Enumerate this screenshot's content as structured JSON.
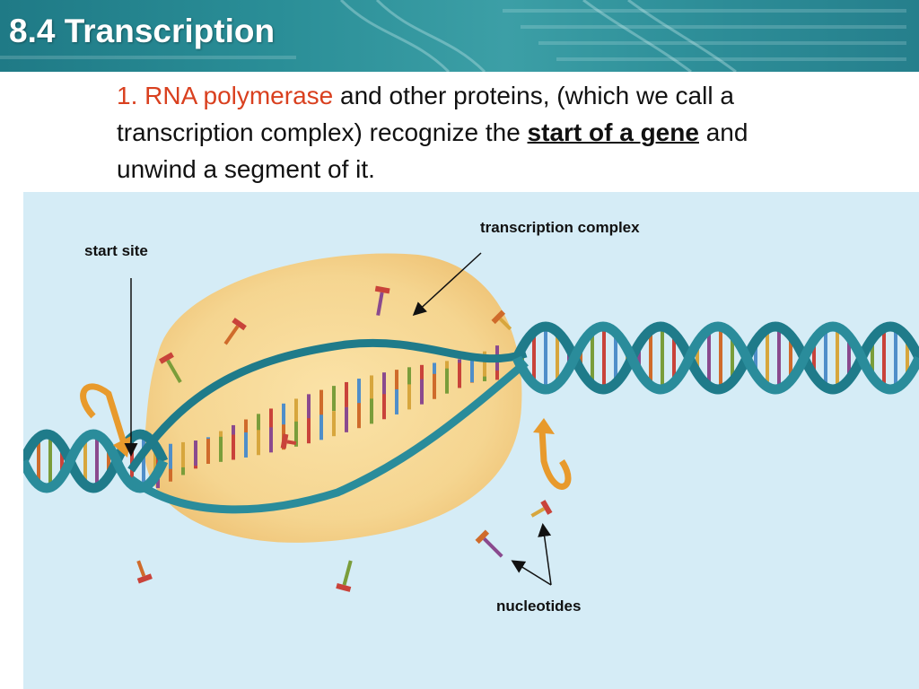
{
  "header": {
    "title": "8.4 Transcription"
  },
  "body": {
    "number": "1.",
    "term": "RNA polymerase",
    "text_1": "and other proteins, (which we call a transcription complex) recognize the",
    "emphasis": "start of a gene",
    "text_2": "and unwind a segment of it.",
    "colors": {
      "highlight": "#d9401f",
      "text": "#111111"
    }
  },
  "figure": {
    "labels": {
      "start_site": "start site",
      "transcription_complex": "transcription complex",
      "nucleotides": "nucleotides"
    },
    "colors": {
      "background": "#d5ecf6",
      "complex": "#f5d590",
      "backbone": "#1f7b8a",
      "arrow": "#e89a2c",
      "bases": [
        "#8a4a8e",
        "#cf6b2b",
        "#7a9d3a",
        "#c9433a",
        "#4f8ec9",
        "#d7a63d"
      ]
    }
  }
}
